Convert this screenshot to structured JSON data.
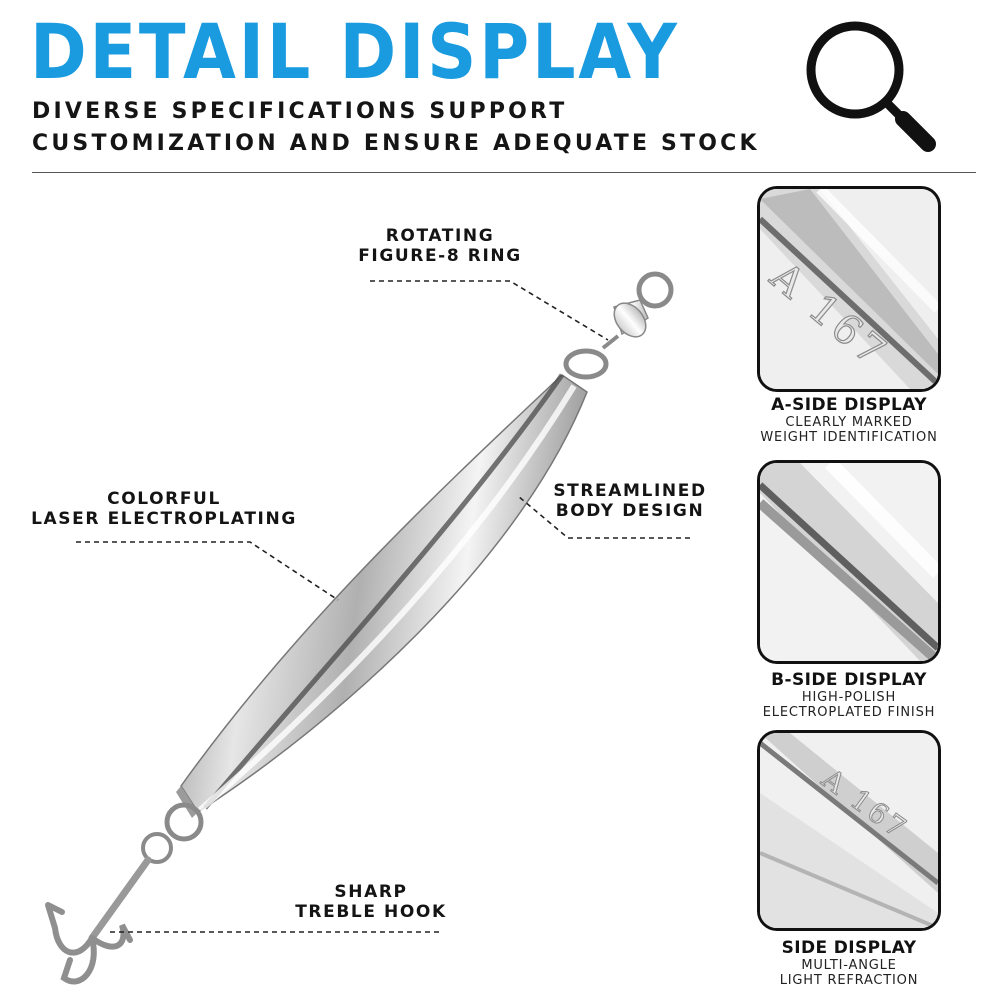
{
  "header": {
    "title": "DETAIL DISPLAY",
    "subtitle_lines": [
      "DIVERSE SPECIFICATIONS SUPPORT",
      "CUSTOMIZATION AND ENSURE ADEQUATE STOCK"
    ],
    "icon": "magnifier-icon"
  },
  "callouts": {
    "ring": [
      "ROTATING",
      "FIGURE-8 RING"
    ],
    "laser": [
      "COLORFUL",
      "LASER ELECTROPLATING"
    ],
    "body": [
      "STREAMLINED",
      "BODY DESIGN"
    ],
    "hook": [
      "SHARP",
      "TREBLE HOOK"
    ]
  },
  "panels": [
    {
      "title": "A-SIDE DISPLAY",
      "lines": [
        "CLEARLY MARKED",
        "WEIGHT IDENTIFICATION"
      ],
      "engraving": "A 167"
    },
    {
      "title": "B-SIDE DISPLAY",
      "lines": [
        "HIGH-POLISH",
        "ELECTROPLATED FINISH"
      ]
    },
    {
      "title": "SIDE DISPLAY",
      "lines": [
        "MULTI-ANGLE",
        "LIGHT REFRACTION"
      ],
      "engraving": "A 167"
    }
  ],
  "colors": {
    "accent": "#1a9be0",
    "text": "#111111",
    "chrome": "#c9c9c9"
  }
}
